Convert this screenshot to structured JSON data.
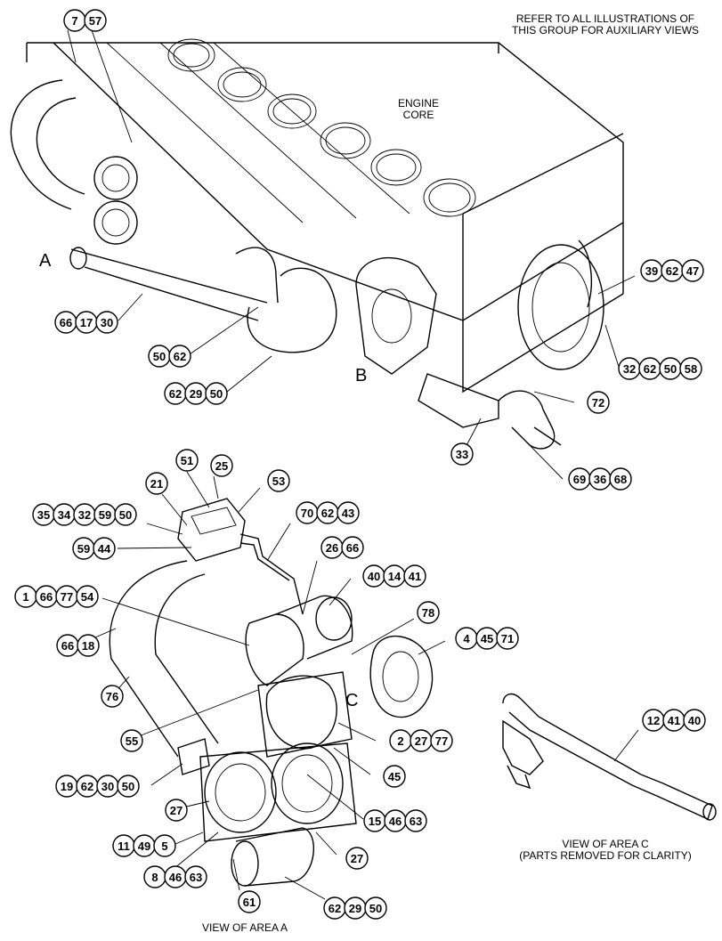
{
  "header_note": [
    "REFER TO ALL ILLUSTRATIONS OF",
    "THIS GROUP FOR AUXILIARY VIEWS"
  ],
  "engine_core_label": [
    "ENGINE",
    "CORE"
  ],
  "area_letters": [
    "A",
    "B",
    "C"
  ],
  "view_area_a_caption": "VIEW OF AREA  A",
  "view_area_c_caption": [
    "VIEW OF AREA C",
    "(PARTS REMOVED FOR CLARITY)"
  ],
  "callout_groups": [
    {
      "id": "g-7-57",
      "numbers": [
        "7",
        "57"
      ]
    },
    {
      "id": "g-66-17-30",
      "numbers": [
        "66",
        "17",
        "30"
      ]
    },
    {
      "id": "g-50-62",
      "numbers": [
        "50",
        "62"
      ]
    },
    {
      "id": "g-62-29-50-top",
      "numbers": [
        "62",
        "29",
        "50"
      ]
    },
    {
      "id": "g-39-62-47",
      "numbers": [
        "39",
        "62",
        "47"
      ]
    },
    {
      "id": "g-32-62-50-58",
      "numbers": [
        "32",
        "62",
        "50",
        "58"
      ]
    },
    {
      "id": "g-72",
      "numbers": [
        "72"
      ]
    },
    {
      "id": "g-33",
      "numbers": [
        "33"
      ]
    },
    {
      "id": "g-69-36-68",
      "numbers": [
        "69",
        "36",
        "68"
      ]
    },
    {
      "id": "g-51",
      "numbers": [
        "51"
      ]
    },
    {
      "id": "g-25",
      "numbers": [
        "25"
      ]
    },
    {
      "id": "g-21",
      "numbers": [
        "21"
      ]
    },
    {
      "id": "g-53",
      "numbers": [
        "53"
      ]
    },
    {
      "id": "g-35-34-32-59-50",
      "numbers": [
        "35",
        "34",
        "32",
        "59",
        "50"
      ]
    },
    {
      "id": "g-70-62-43",
      "numbers": [
        "70",
        "62",
        "43"
      ]
    },
    {
      "id": "g-59-44",
      "numbers": [
        "59",
        "44"
      ]
    },
    {
      "id": "g-26-66",
      "numbers": [
        "26",
        "66"
      ]
    },
    {
      "id": "g-1-66-77-54",
      "numbers": [
        "1",
        "66",
        "77",
        "54"
      ]
    },
    {
      "id": "g-40-14-41",
      "numbers": [
        "40",
        "14",
        "41"
      ]
    },
    {
      "id": "g-78",
      "numbers": [
        "78"
      ]
    },
    {
      "id": "g-66-18",
      "numbers": [
        "66",
        "18"
      ]
    },
    {
      "id": "g-4-45-71",
      "numbers": [
        "4",
        "45",
        "71"
      ]
    },
    {
      "id": "g-76",
      "numbers": [
        "76"
      ]
    },
    {
      "id": "g-55",
      "numbers": [
        "55"
      ]
    },
    {
      "id": "g-2-27-77",
      "numbers": [
        "2",
        "27",
        "77"
      ]
    },
    {
      "id": "g-12-41-40",
      "numbers": [
        "12",
        "41",
        "40"
      ]
    },
    {
      "id": "g-45",
      "numbers": [
        "45"
      ]
    },
    {
      "id": "g-19-62-30-50",
      "numbers": [
        "19",
        "62",
        "30",
        "50"
      ]
    },
    {
      "id": "g-27-left",
      "numbers": [
        "27"
      ]
    },
    {
      "id": "g-15-46-63",
      "numbers": [
        "15",
        "46",
        "63"
      ]
    },
    {
      "id": "g-11-49-5",
      "numbers": [
        "11",
        "49",
        "5"
      ]
    },
    {
      "id": "g-27-right",
      "numbers": [
        "27"
      ]
    },
    {
      "id": "g-8-46-63",
      "numbers": [
        "8",
        "46",
        "63"
      ]
    },
    {
      "id": "g-61",
      "numbers": [
        "61"
      ]
    },
    {
      "id": "g-62-29-50-bottom",
      "numbers": [
        "62",
        "29",
        "50"
      ]
    }
  ]
}
